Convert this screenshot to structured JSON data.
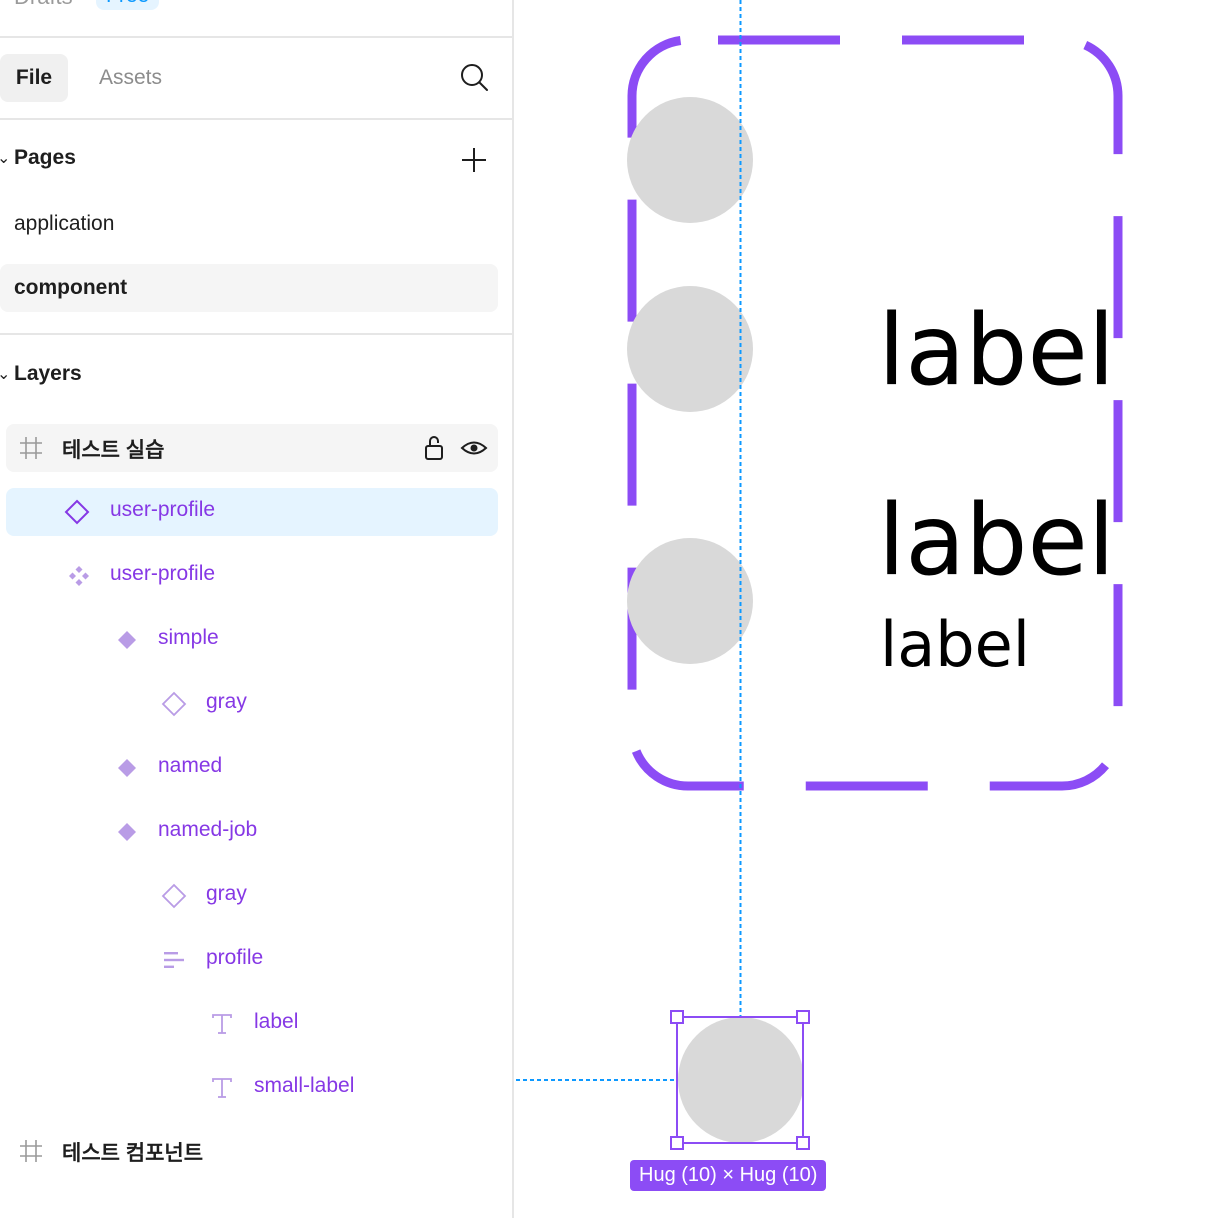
{
  "header": {
    "drafts_label": "Drafts",
    "plan_badge": "Free"
  },
  "tabs": {
    "file": "File",
    "assets": "Assets"
  },
  "pages": {
    "title": "Pages",
    "items": [
      {
        "label": "application",
        "active": false
      },
      {
        "label": "component",
        "active": true
      }
    ]
  },
  "layers": {
    "title": "Layers",
    "items": [
      {
        "label": "테스트 실습",
        "icon": "frame-icon"
      },
      {
        "label": "user-profile",
        "icon": "component-icon"
      },
      {
        "label": "user-profile",
        "icon": "component-set-icon"
      },
      {
        "label": "simple",
        "icon": "variant-icon"
      },
      {
        "label": "gray",
        "icon": "instance-icon"
      },
      {
        "label": "named",
        "icon": "variant-icon"
      },
      {
        "label": "named-job",
        "icon": "variant-icon"
      },
      {
        "label": "gray",
        "icon": "instance-icon"
      },
      {
        "label": "profile",
        "icon": "auto-layout-icon"
      },
      {
        "label": "label",
        "icon": "text-icon"
      },
      {
        "label": "small-label",
        "icon": "text-icon"
      },
      {
        "label": "테스트 컴포넌트",
        "icon": "frame-icon"
      }
    ]
  },
  "canvas": {
    "labels": [
      "label",
      "label",
      "label"
    ],
    "size_tag": "Hug (10) × Hug (10)"
  },
  "colors": {
    "accent_purple": "#8c4cf5",
    "guide_blue": "#0d99ff",
    "avatar_gray": "#d9d9d9",
    "selection_bg": "#e5f4ff"
  }
}
